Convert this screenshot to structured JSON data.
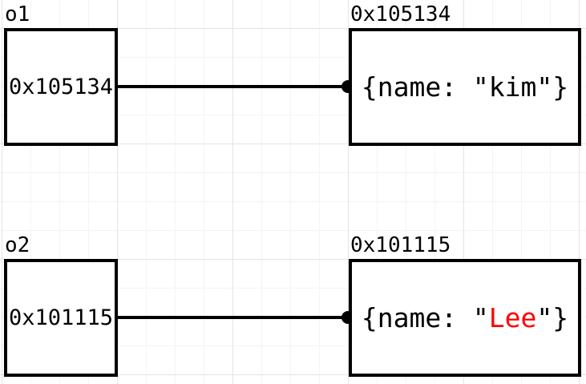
{
  "diagram": {
    "description": "variable-to-object reference diagram"
  },
  "colors": {
    "background": "#ffffff",
    "stroke": "#000000",
    "text": "#000000",
    "highlight_red": "#ff0000",
    "grid_minor": "#f4f4f6",
    "grid_major": "#e4e4e8"
  },
  "objects": [
    {
      "var_label": "o1",
      "var_value": "0x105134",
      "addr_label": "0x105134",
      "value_prefix": "{name: \"",
      "value_name": "kim",
      "value_suffix": "\"}",
      "name_color": "#000000"
    },
    {
      "var_label": "o2",
      "var_value": "0x101115",
      "addr_label": "0x101115",
      "value_prefix": "{name: \"",
      "value_name": "Lee",
      "value_suffix": "\"}",
      "name_color": "#ff0000"
    }
  ]
}
